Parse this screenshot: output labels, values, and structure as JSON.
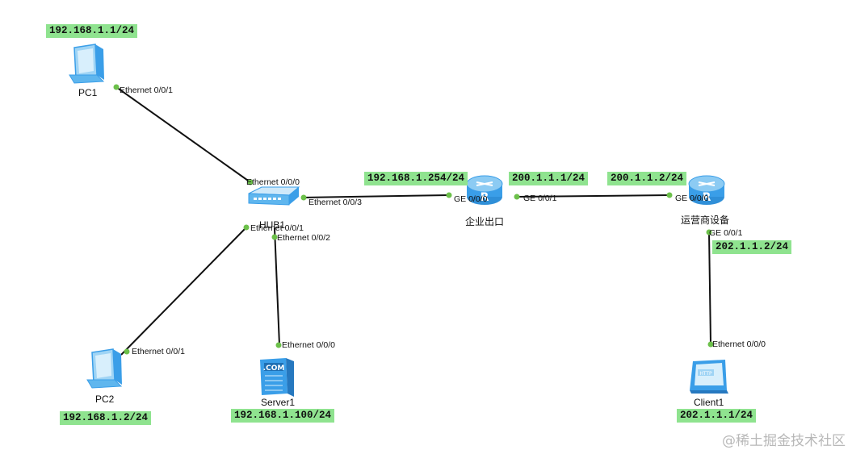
{
  "devices": {
    "pc1": {
      "name": "PC1",
      "ip": "192.168.1.1/24",
      "port": "Ethernet 0/0/1"
    },
    "pc2": {
      "name": "PC2",
      "ip": "192.168.1.2/24",
      "port": "Ethernet 0/0/1"
    },
    "server1": {
      "name": "Server1",
      "ip": "192.168.1.100/24",
      "port": "Ethernet 0/0/0",
      "badge": ".COM"
    },
    "client1": {
      "name": "Client1",
      "ip": "202.1.1.1/24",
      "port": "Ethernet 0/0/0",
      "badge": "HTTP"
    },
    "hub1": {
      "name": "HUB1",
      "ports": {
        "p0": "Ethernet 0/0/0",
        "p1": "Ethernet 0/0/1",
        "p2": "Ethernet 0/0/2",
        "p3": "Ethernet 0/0/3"
      }
    },
    "router_ent": {
      "name": "企业出口",
      "lan_ip": "192.168.1.254/24",
      "lan_port": "GE 0/0/0",
      "wan_ip": "200.1.1.1/24",
      "wan_port": "GE 0/0/1"
    },
    "router_isp": {
      "name": "运营商设备",
      "wan_ip": "200.1.1.2/24",
      "wan_port": "GE 0/0/0",
      "lan_ip": "202.1.1.2/24",
      "lan_port": "GE 0/0/1"
    }
  },
  "links": [
    {
      "from": "PC1",
      "to": "HUB1"
    },
    {
      "from": "PC2",
      "to": "HUB1"
    },
    {
      "from": "Server1",
      "to": "HUB1"
    },
    {
      "from": "HUB1",
      "to": "企业出口"
    },
    {
      "from": "企业出口",
      "to": "运营商设备"
    },
    {
      "from": "运营商设备",
      "to": "Client1"
    }
  ],
  "colors": {
    "link": "#111111",
    "port_dot": "#6cc04a",
    "ip_bg": "#8fe38f",
    "device_blue": "#3a9ee8"
  },
  "watermark": "@稀土掘金技术社区"
}
